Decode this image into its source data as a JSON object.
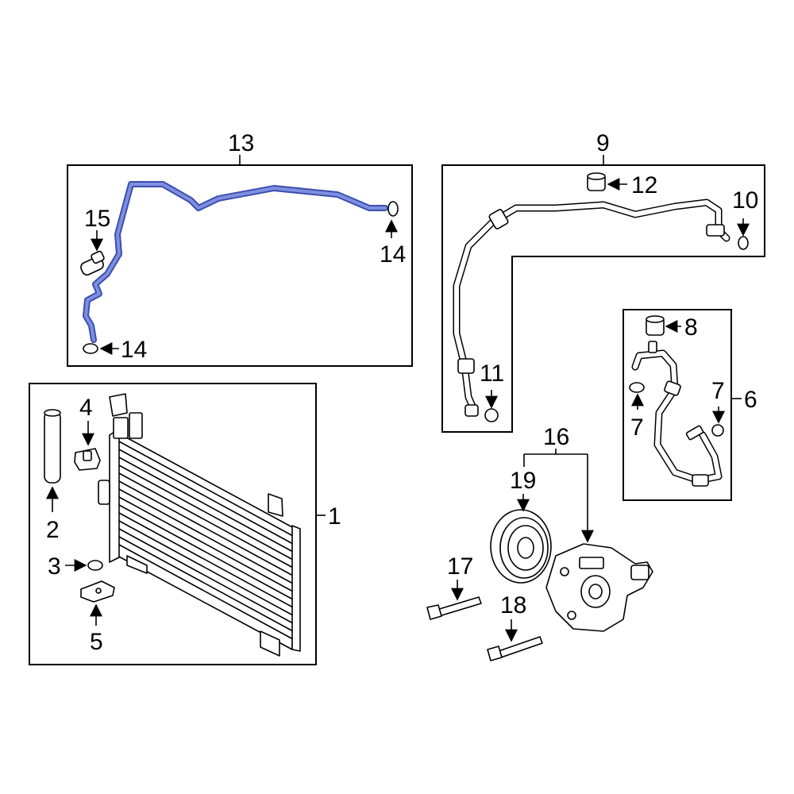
{
  "labels": {
    "l1": "1",
    "l2": "2",
    "l3": "3",
    "l4": "4",
    "l5": "5",
    "l6": "6",
    "l7a": "7",
    "l7b": "7",
    "l8": "8",
    "l9": "9",
    "l10": "10",
    "l11": "11",
    "l12": "12",
    "l13": "13",
    "l14a": "14",
    "l14b": "14",
    "l15": "15",
    "l16": "16",
    "l17": "17",
    "l18": "18",
    "l19": "19"
  },
  "colors": {
    "highlight": "#3b4fb0",
    "highlight_light": "#7f8fe0",
    "line": "#000000"
  },
  "parts": {
    "highlighted": "13"
  }
}
